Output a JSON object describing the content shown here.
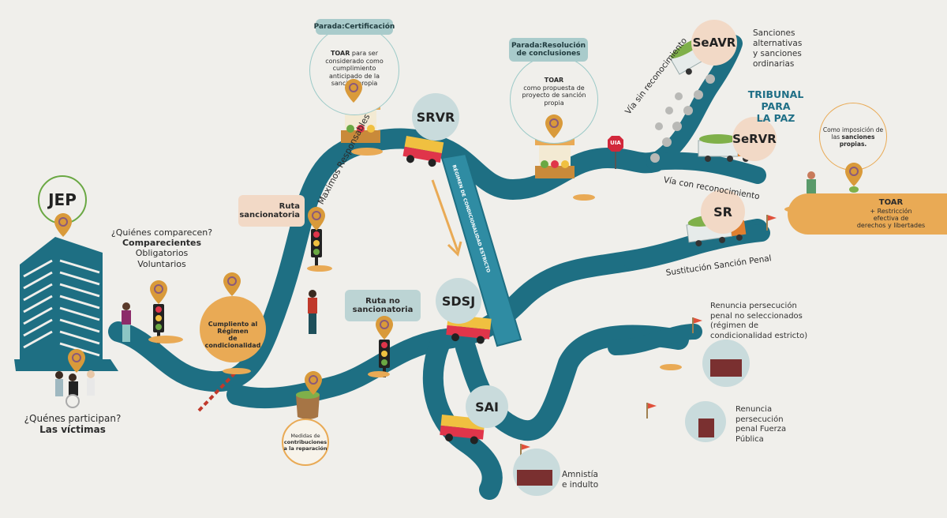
{
  "colors": {
    "background": "#f0efeb",
    "road": "#1e6f83",
    "accent_orange": "#e9aa55",
    "pin": "#d99a3a",
    "pin_ring": "#8a5a7a",
    "peach": "#f2d9c6",
    "light_teal": "#bcd4d4",
    "stop_header": "#a9cbcb",
    "tribunal_text": "#1f6f86",
    "jep_ring": "#6aa843"
  },
  "jep": {
    "label": "JEP",
    "participants_question": "¿Quénes participan?",
    "participants_answer": "Las víctimas",
    "appear_question": "¿Quiénes comparecen?",
    "appear_title": "Comparecientes",
    "appear_type_1": "Obligatorios",
    "appear_type_2": "Voluntarios"
  },
  "condicionalidad": {
    "line1": "Cumpliento al",
    "line2": "Régimen",
    "line3": "de condicionalidad"
  },
  "reparacion": {
    "line1": "Medidas de",
    "line2": "contribuciones",
    "line3": "a la reparación"
  },
  "routes": {
    "sancionatoria_line1": "Ruta",
    "sancionatoria_line2": "sancionatoria",
    "no_sancionatoria_line1": "Ruta no",
    "no_sancionatoria_line2": "sancionatoria",
    "maximos": "Maximos Responsables",
    "condicionalidad_estricto": "RÉGIMEN DE CONDICIONALIDAD ESTRICTO"
  },
  "stops": {
    "certificacion": {
      "header": "Parada:Certificación",
      "bold": "TOAR",
      "text": "para ser considerado como cumplimiento anticipado de la sanción propia"
    },
    "resolucion": {
      "header": "Parada:Resolución de conclusiones",
      "bold": "TOAR",
      "text": "como propuesta de proyecto de sanción propia"
    }
  },
  "nodes": {
    "srvr": "SRVR",
    "sdsj": "SDSJ",
    "sai": "SAI",
    "seavr": "SeAVR",
    "servr": "SeRVR",
    "sr": "SR",
    "uia": "UIA"
  },
  "tribunal": {
    "line1": "TRIBUNAL PARA",
    "line2": "LA PAZ"
  },
  "outcomes": {
    "seavr_desc": [
      "Sanciones",
      "alternativas",
      "y sanciones",
      "ordinarias"
    ],
    "via_sin": "Vía sin reconocimiento",
    "via_con": "Vía con reconocimiento",
    "sustitucion": "Sustitución Sanción Penal",
    "imposicion_line1": "Como imposición de",
    "imposicion_line2_pre": "las",
    "imposicion_line2_bold": "sanciones propias.",
    "toar_bold": "TOAR",
    "toar_line1": "+ Restricción",
    "toar_line2": "efectiva de",
    "toar_line3": "derechos y libertades",
    "renuncia_no_sel": [
      "Renuncia persecución",
      "penal no seleccionados",
      "(régimen de",
      "condicionalidad estricto)"
    ],
    "renuncia_fuerza": [
      "Renuncia",
      "persecución",
      "penal Fuerza",
      "Pública"
    ],
    "amnistia": [
      "Amnistía",
      "e indulto"
    ]
  }
}
